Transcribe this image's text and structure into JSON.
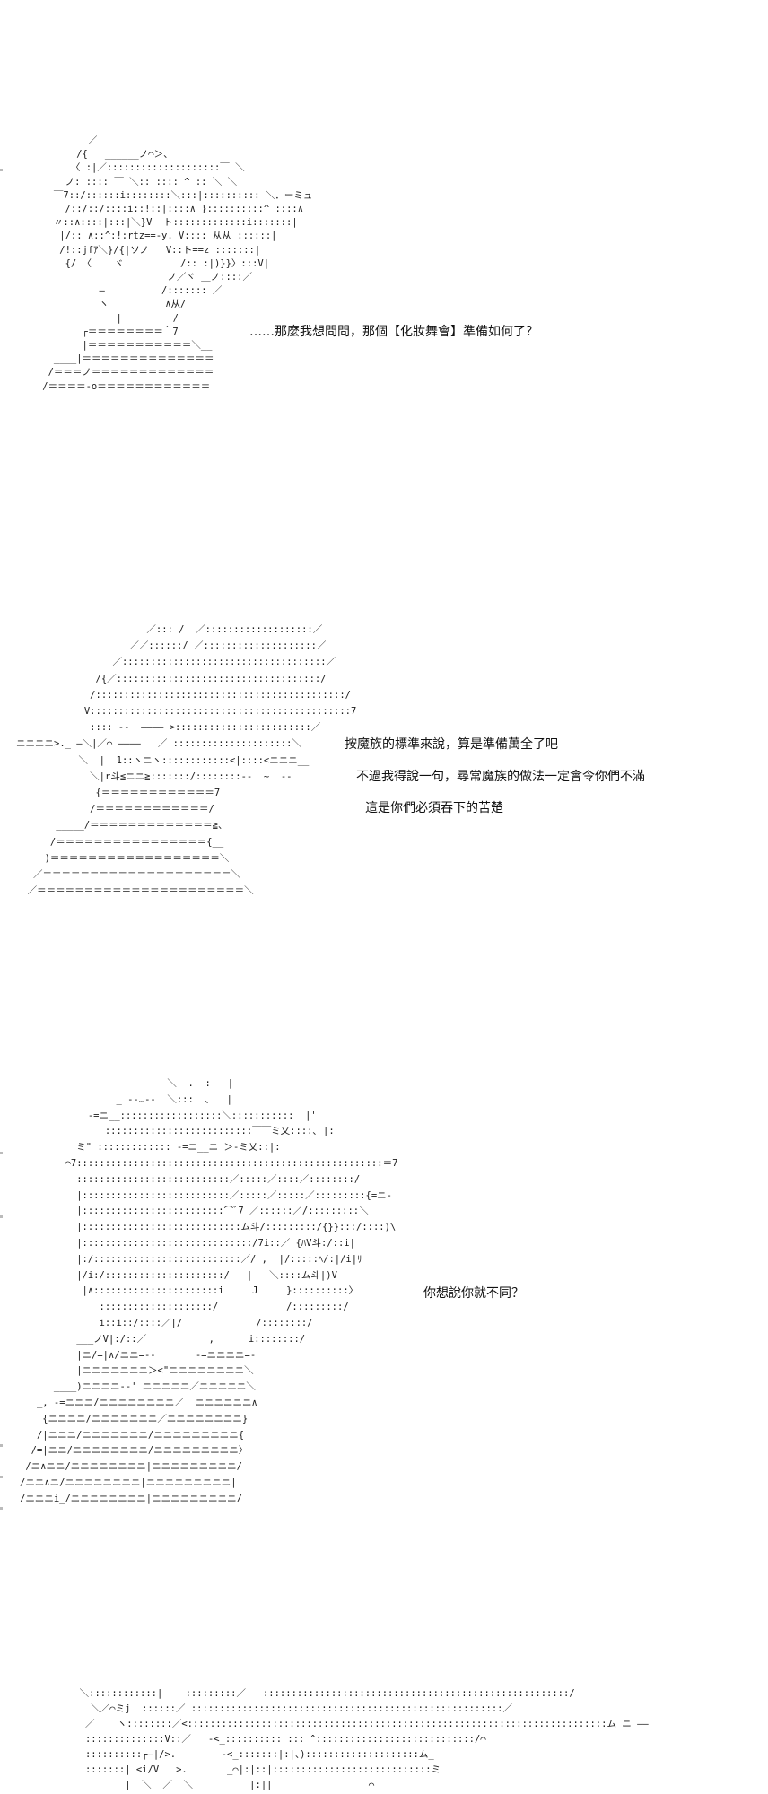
{
  "page": {
    "background": "#ffffff",
    "text_color": "#111111"
  },
  "panels": [
    {
      "id": "panel-1",
      "dialogue": [
        "……那麼我想問問，那個【化妝舞會】準備如何了？"
      ],
      "art": "            ／\n          /{   ______ノ⌒＞、\n         〈 :|／::::::::::::::::::::￣ ＼\n       _ノ:|:::: ￣ ＼:: :::: ^ :: ＼ ＼\n      ￣7::/::::::i::::::::＼:::|:::::::::: ＼．ーミュ\n        /::/::/::::i::!::|::::∧ }::::::::::^ ::::∧\n      〃::∧::::|:::|＼}V  ト:::::::::::::i:::::::|\n       |/:: ∧::^:!:rtz==-y. V:::: 从从 ::::::|\n       /!::jfｱ＼}/{|ソノ   V::ト==z :::::::|\n        {/ 〈    ヾ          /:: :|)}}〉:::V|\n                          ノ／ヾ ＿ノ::::／\n              ―          /::::::: ／\n              ヽ___       ∧从/\n                 |         /\n           ┌＝＝＝＝＝＝＝＝｀7\n           |＝＝＝＝＝＝＝＝＝＝＝＼__\n      ____|＝＝＝＝＝＝＝＝＝＝＝＝＝＝\n     /＝＝＝ノ＝＝＝＝＝＝＝＝＝＝＝＝＝\n    /＝＝＝＝-o＝＝＝＝＝＝＝＝＝＝＝＝"
    },
    {
      "id": "panel-2",
      "dialogue": [
        "按魔族的標準來說，算是準備萬全了吧",
        "不過我得說一句，尋常魔族的做法一定會令你們不滿",
        "這是你們必須吞下的苦楚"
      ],
      "art": "                       ／::: /  ／:::::::::::::::::::／\n                    ／／::::::/ ／::::::::::::::::::::／\n                 ／::::::::::::::::::::::::::::::::::::／\n              /{／::::::::::::::::::::::::::::::::::::/__\n             /::::::::::::::::::::::::::::::::::::::::::::/\n            V::::::::::::::::::::::::::::::::::::::::::::::7\n             :::: -‐  ―――― >::::::::::::::::::::::::／\nニニニニ>._ ―＼|／⌒ ――――   ／|:::::::::::::::::::::＼\n           ＼  |  1::ヽニヽ::::::::::::<|::::<ニニニ__\n             ＼|r斗≦ニニ≧:::::::/::::::::‐-  ~  ‐-\n              {＝＝＝＝＝＝＝＝＝＝＝＝7\n             /＝＝＝＝＝＝＝＝＝＝＝＝/\n       _____/＝＝＝＝＝＝＝＝＝＝＝＝＝≧、\n      /＝＝＝＝＝＝＝＝＝＝＝＝＝＝＝＝{__\n     )＝＝＝＝＝＝＝＝＝＝＝＝＝＝＝＝＝＝＼\n   ／＝＝＝＝＝＝＝＝＝＝＝＝＝＝＝＝＝＝＝＝＼\n  ／＝＝＝＝＝＝＝＝＝＝＝＝＝＝＝＝＝＝＝＝＝＝＼"
    },
    {
      "id": "panel-3",
      "dialogue": [
        "你想說你就不同？"
      ],
      "art": "                          ＼  .  :   |\n                 _ -‐…‐-  ＼:::  ､   |\n            ‐=ニ__::::::::::::::::::＼:::::::::::  |'\n               ::::::::::::::::::::::::::￣￣ミ乂::::､ |:\n          ミ\" ::::::::::::: -=ニ__ニ ＞-ミ乂::|:\n        ⌒7::::::::::::::::::::::::::::::::::::::::::::::::::::::＝7\n          :::::::::::::::::::::::::::／:::::／::::／::::::::/\n          |::::::::::::::::::::::::::／:::::／:::::／:::::::::{=ニ‐\n          |:::::::::::::::::::::::::⌒ﾞ7 ／::::::／/:::::::::＼\n          |::::::::::::::::::::::::::::ム斗/:::::::::/{}}:::/::::)\\\n          |::::::::::::::::::::::::::::::/7i::／ {ﾊV斗:/::i|\n          |:/::::::::::::::::::::::::::／/ ,  |/:::::ﾍ/:|/i|ﾘ\n          |/i:/:::::::::::::::::::::/   |   ＼::::ム斗|)V\n           |∧::::::::::::::::::::::i     J     }::::::::::〉\n              ::::::::::::::::::::/            /:::::::::/\n              i::i::/::::／|/             /::::::::/\n          ___ノV|:/::／           ,      i::::::::/\n          |ニ/=|∧/ニニ=‐-       ‐=ニニニニ=-\n          |ニニニニニニニ＞<\"ニニニニニニニニ＼\n      ____)ニニニニ-‐' ニニニニニ／ニニニニニ＼\n   _, ‐=ニニニ/ニニニニニニニニ／  ニニニニニニ∧\n    {ニニニニ/ニニニニニニニ／ニニニニニニニニ}\n   /|ニニニ/ニニニニニニニ/ニニニニニニニニニ{\n  /=|ニニ/ニニニニニニニニ/ニニニニニニニニニ〉\n /ニ∧ニニ/ニニニニニニニニ|ニニニニニニニニニ/\n/ニニ∧ニ/ニニニニニニニニ|ニニニニニニニニニ|\n/ニニニi_/ニニニニニニニニ|ニニニニニニニニニ/"
    },
    {
      "id": "panel-4",
      "dialogue": [],
      "art": "  ＼::::::::::::|    :::::::::／   ::::::::::::::::::::::::::::::::::::::::::::::::::::::/\n    ＼／⌒ミj  ::::::／ :::::::::::::::::::::::::::::::::::::::::::::::::::::::／\n   ／    ヽ::::::::／<::::::::::::::::::::::::::::::::::::::::::::::::::::::::::::::::::::::::::ム ニ ――\n   ::::::::::::::V::／   ‐<_:::::::::: ::: ^::::::::::::::::::::::::::::/⌒\n   ::::::::::┌―|/>.        ‐<_:::::::|:|、)::::::::::::::::::::ム_\n   :::::::| <i/V   >.       _⌒|:|::|::::::::::::::::::::::::::::ミ\n          |  ＼  ／  ＼          |:||                 ⌒"
    }
  ]
}
